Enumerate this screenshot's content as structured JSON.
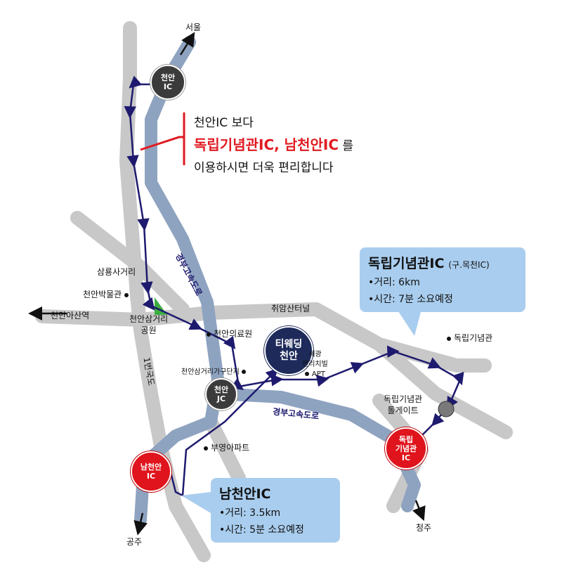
{
  "notice": {
    "line1": "천안IC 보다",
    "line2_red": "독립기념관IC, 남천안IC",
    "line2_suffix": " 를",
    "line3": "이용하시면 더욱 편리합니다"
  },
  "destination": {
    "line1": "티웨딩",
    "line2": "천안"
  },
  "interchanges": {
    "cheonan_ic": {
      "line1": "천안",
      "line2": "IC"
    },
    "cheonan_jc": {
      "line1": "천안",
      "line2": "JC"
    },
    "namcheonan_ic": {
      "line1": "남천안",
      "line2": "IC"
    },
    "dongnip_ic": {
      "line1": "독립",
      "line2": "기념관",
      "line3": "IC"
    }
  },
  "directions": {
    "seoul": "서울",
    "gongju": "공주",
    "cheongju": "청주",
    "cheonan_asan_station": "천안아산역"
  },
  "roads": {
    "gyeongbu_vertical": "경부고속도로",
    "gyeongbu_horizontal": "경부고속도로",
    "national_route_1": "1번국도",
    "chwiamsan_tunnel": "취암산터널"
  },
  "places": {
    "samryong_junction": "삼룡사거리",
    "cheonan_museum": "천안박물관",
    "samgeori_park_line1": "천안삼거리",
    "samgeori_park_line2": "공원",
    "cheonan_medical": "천안의료원",
    "furniture_complex": "천안삼거리가구단지",
    "sejong_apt_line1": "세광",
    "sejong_apt_line2": "엔리치빌",
    "sejong_apt_line3": "APT",
    "buyoung_apt": "부영아파트",
    "independence_hall": "독립기념관",
    "tollgate_line1": "독립기념관",
    "tollgate_line2": "톨게이트"
  },
  "info_boxes": {
    "dongnip": {
      "title": "독립기념관IC",
      "subtitle": "(구.목천IC)",
      "distance": "•거리: 6km",
      "time": "•시간: 7분 소요예정"
    },
    "namcheonan": {
      "title": "남천안IC",
      "distance": "•거리: 3.5km",
      "time": "•시간: 5분 소요예정"
    }
  },
  "colors": {
    "road_gray": "#c8c8c8",
    "expressway": "#8ea3c0",
    "route_line": "#1e1a6e",
    "info_box_bg": "#a9cdee",
    "highlight_red": "#e01a22",
    "park_green": "#3cae3f"
  }
}
